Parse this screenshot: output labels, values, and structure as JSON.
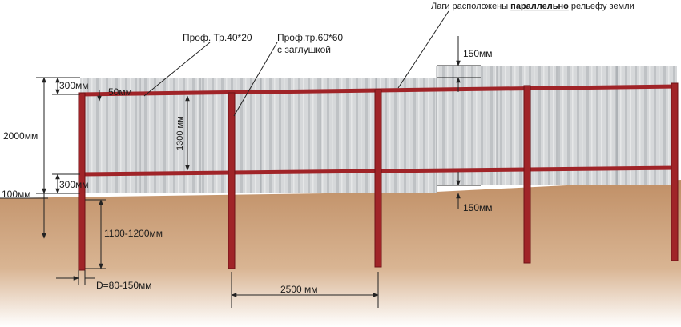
{
  "labels": {
    "lag_note_prefix": "Лаги расположены ",
    "lag_note_bold": "параллельно",
    "lag_note_suffix": " рельефу земли",
    "prof_lag": "Проф. Тр.40*20",
    "prof_post_line1": "Проф.тр.60*60",
    "prof_post_line2": "с заглушкой",
    "height_total": "2000мм",
    "top_offset": "300мм",
    "top_gap": "50мм",
    "lag_spacing": "1300 мм",
    "bottom_offset": "300мм",
    "ground_gap": "100мм",
    "depth": "1100-1200мм",
    "diameter": "D=80-150мм",
    "post_spacing": "2500 мм",
    "step_top": "150мм",
    "step_bottom": "150мм"
  },
  "colors": {
    "post": "#a02428",
    "post_dark": "#6e1216",
    "sheet": "#d4d6d8",
    "sheet_rib": "#b9bcbf",
    "ground": "#c99a72",
    "ground_light": "#e7cdb3",
    "dim_line": "#222222"
  }
}
